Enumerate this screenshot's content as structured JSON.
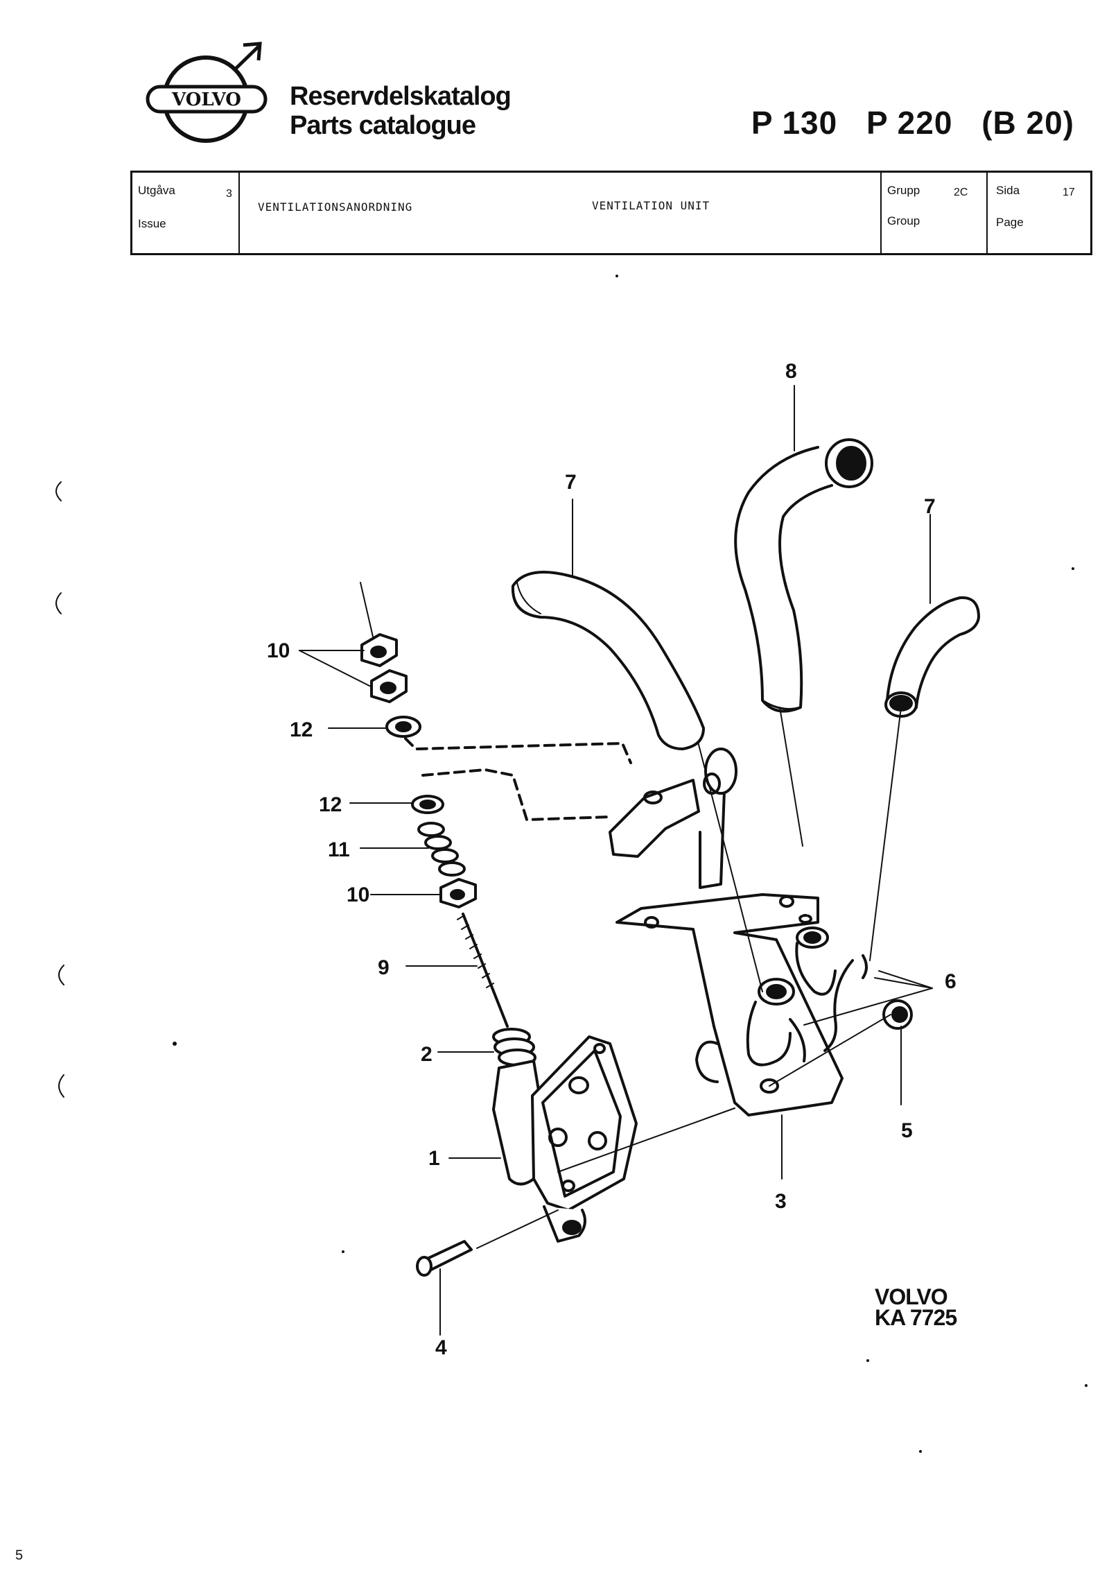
{
  "header": {
    "brand_logo": "VOLVO",
    "title_sv": "Reservdelskatalog",
    "title_en": "Parts catalogue",
    "models": [
      "P 130",
      "P 220",
      "(B 20)"
    ]
  },
  "info_table": {
    "issue_label_sv": "Utgåva",
    "issue_label_en": "Issue",
    "issue_value": "3",
    "description_sv": "VENTILATIONSANORDNING",
    "description_en": "VENTILATION UNIT",
    "group_label_sv": "Grupp",
    "group_label_en": "Group",
    "group_value": "2C",
    "page_label_sv": "Sida",
    "page_label_en": "Page",
    "page_value": "17"
  },
  "callouts": [
    "8",
    "7",
    "7",
    "10",
    "12",
    "12",
    "11",
    "10",
    "9",
    "6",
    "2",
    "5",
    "1",
    "3",
    "4"
  ],
  "reference": {
    "line1": "VOLVO",
    "line2": "KA 7725"
  },
  "footer": {
    "mark": "5"
  }
}
